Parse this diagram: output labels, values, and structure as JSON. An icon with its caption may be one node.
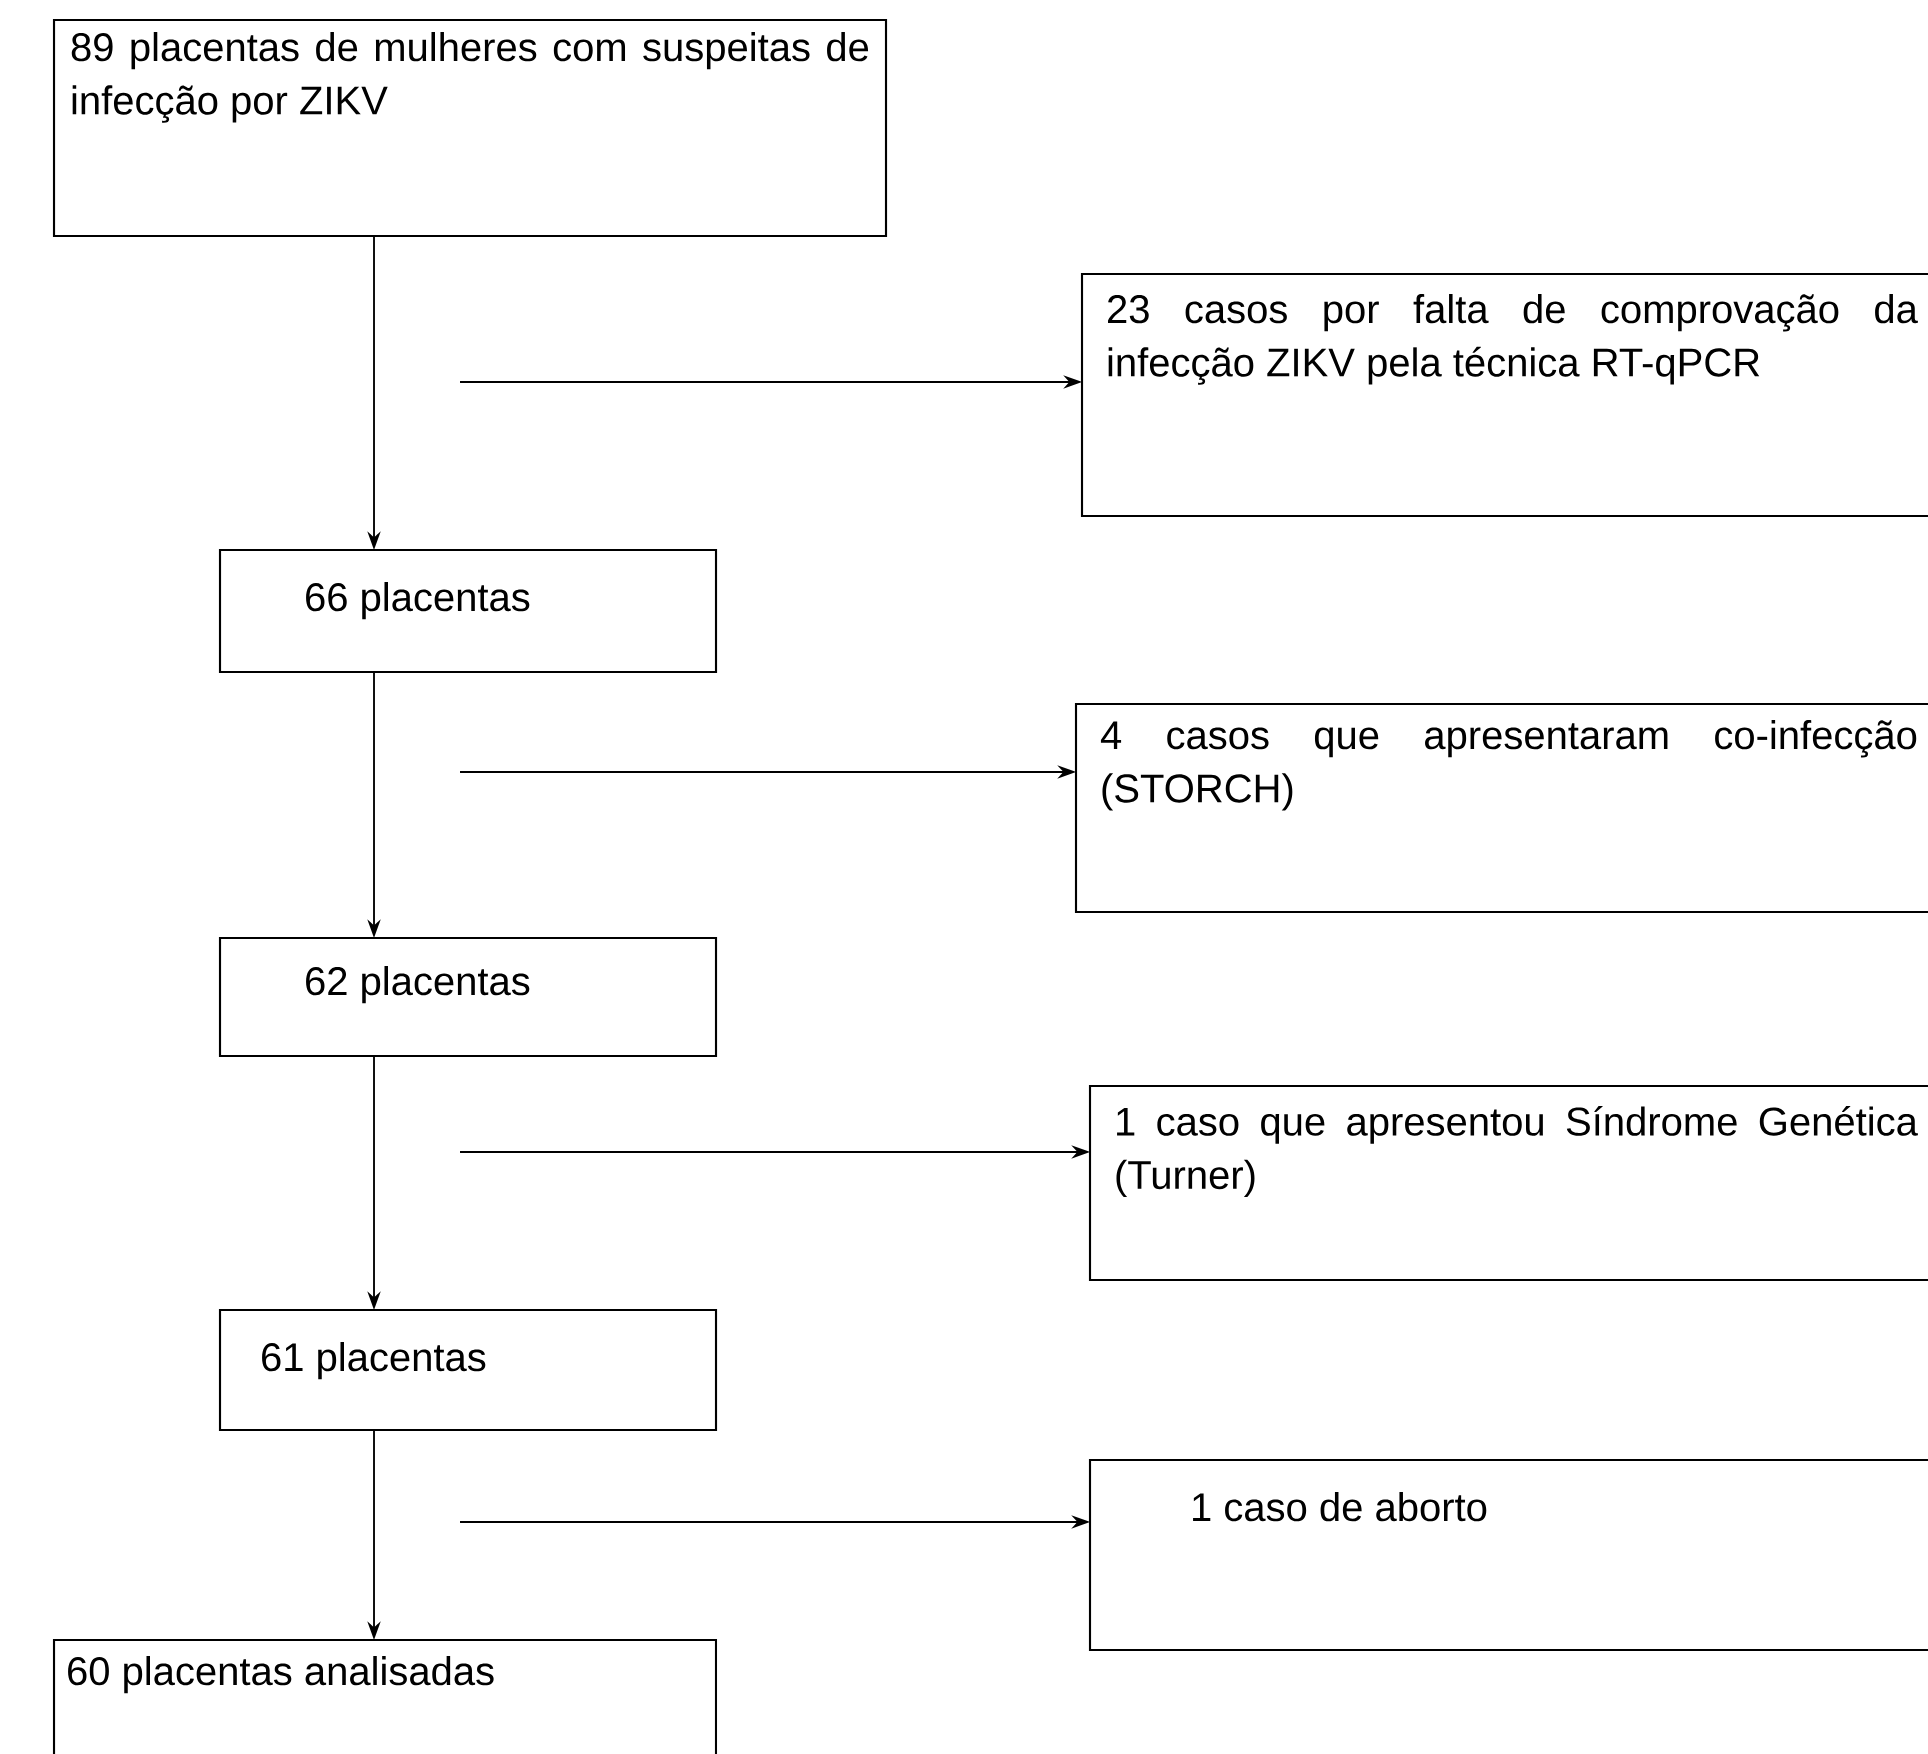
{
  "diagram": {
    "nodes": [
      {
        "text": [
          "89 placentas de mulheres com suspeitas de infecção por ZIKV"
        ]
      },
      {
        "text": [
          "23 casos por falta de comprovação da infecção ZIKV pela técnica RT-qPCR"
        ]
      },
      {
        "text": [
          "66 placentas"
        ]
      },
      {
        "text": [
          "4 casos que apresentaram co-infecção (STORCH)"
        ]
      },
      {
        "text": [
          "62 placentas"
        ]
      },
      {
        "text": [
          "1 caso que apresentou Síndrome Genética (Turner)"
        ]
      },
      {
        "text": [
          "61 placentas"
        ]
      },
      {
        "text": [
          "1 caso de aborto"
        ]
      },
      {
        "text": [
          "60 placentas analisadas"
        ]
      }
    ],
    "edges": [
      {
        "from": 0,
        "to": 2,
        "arrow": "to"
      },
      {
        "from": null,
        "to": 1,
        "arrow": "to"
      },
      {
        "from": 2,
        "to": 4,
        "arrow": "to"
      },
      {
        "from": null,
        "to": 3,
        "arrow": "to"
      },
      {
        "from": 4,
        "to": 6,
        "arrow": "to"
      },
      {
        "from": null,
        "to": 5,
        "arrow": "to"
      },
      {
        "from": 6,
        "to": 8,
        "arrow": "to"
      },
      {
        "from": null,
        "to": 7,
        "arrow": "to"
      }
    ]
  }
}
